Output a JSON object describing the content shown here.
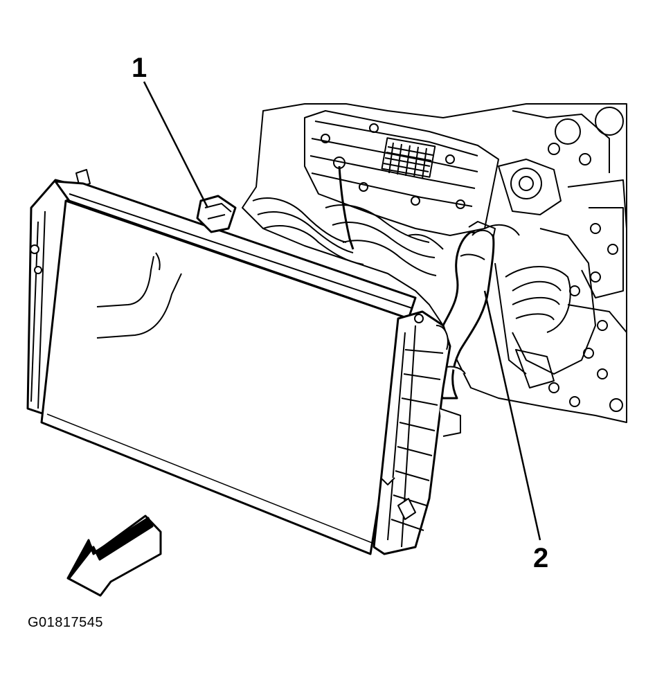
{
  "callouts": {
    "one": "1",
    "two": "2"
  },
  "figure_code": "G01817545",
  "colors": {
    "ink": "#000000",
    "paper": "#ffffff"
  }
}
